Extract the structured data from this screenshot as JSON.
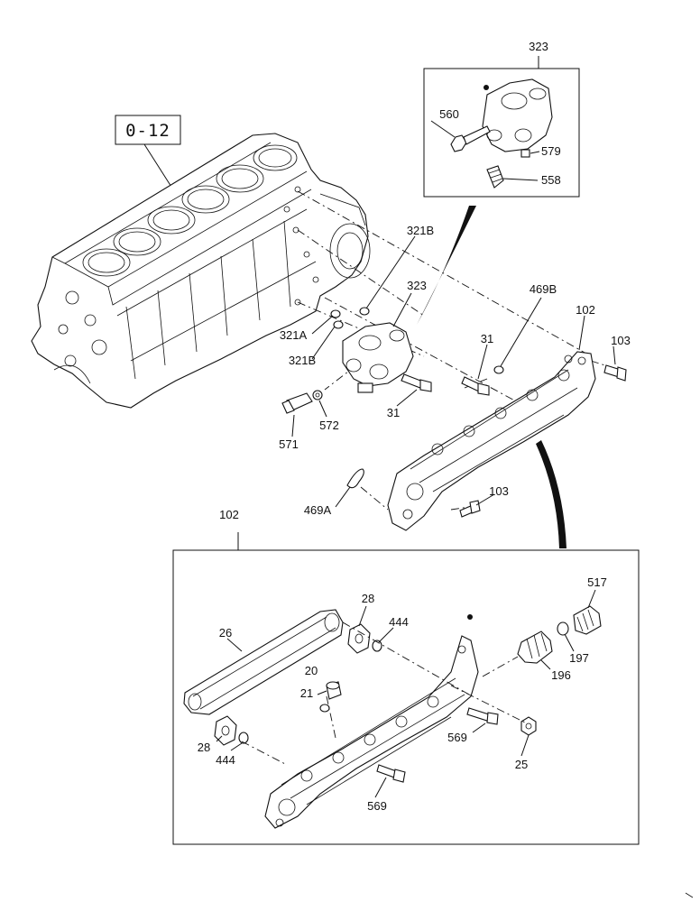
{
  "reference_box": "0-12",
  "labels": {
    "inset_valve_title": "323",
    "inset_valve_560": "560",
    "inset_valve_579": "579",
    "inset_valve_558": "558",
    "l321B_top": "321B",
    "l323": "323",
    "l469B": "469B",
    "l102_top": "102",
    "l103_right": "103",
    "l321A": "321A",
    "l321B_low": "321B",
    "l31_right": "31",
    "l31_low": "31",
    "l572": "572",
    "l571": "571",
    "l103_low": "103",
    "l469A": "469A",
    "inset_cooler_title": "102",
    "l26": "26",
    "l28_top": "28",
    "l444_top": "444",
    "l20": "20",
    "l21": "21",
    "l28_low": "28",
    "l444_low": "444",
    "l517": "517",
    "l197": "197",
    "l196": "196",
    "l569_right": "569",
    "l25": "25",
    "l569_low": "569"
  }
}
